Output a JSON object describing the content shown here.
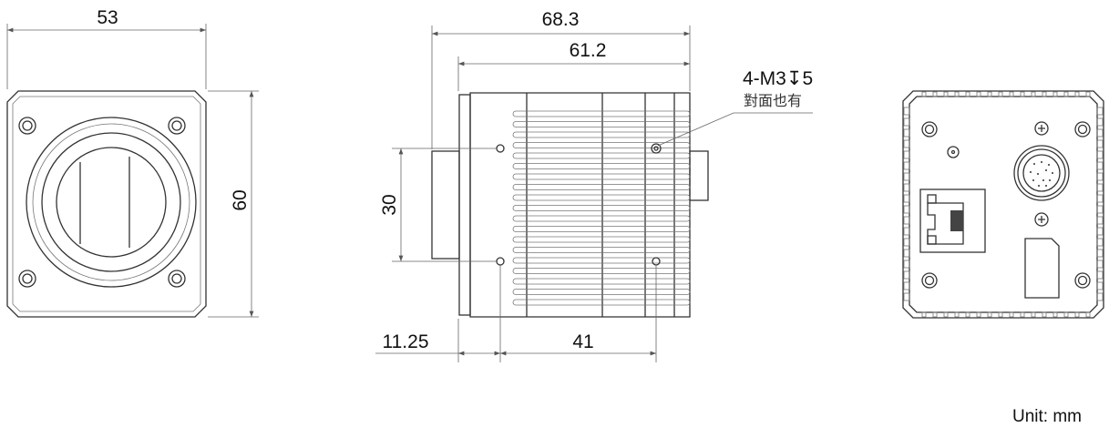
{
  "dimensions": {
    "front_width": "53",
    "front_height": "60",
    "overall_length": "68.3",
    "body_length": "61.2",
    "hole_spacing_vertical": "30",
    "hole_offset": "11.25",
    "hole_spacing_horizontal": "41"
  },
  "callout": {
    "thread_spec": "4-M3↧5",
    "note": "對面也有"
  },
  "unit_label": "Unit: mm",
  "views": [
    "front-view",
    "side-view",
    "back-view"
  ]
}
